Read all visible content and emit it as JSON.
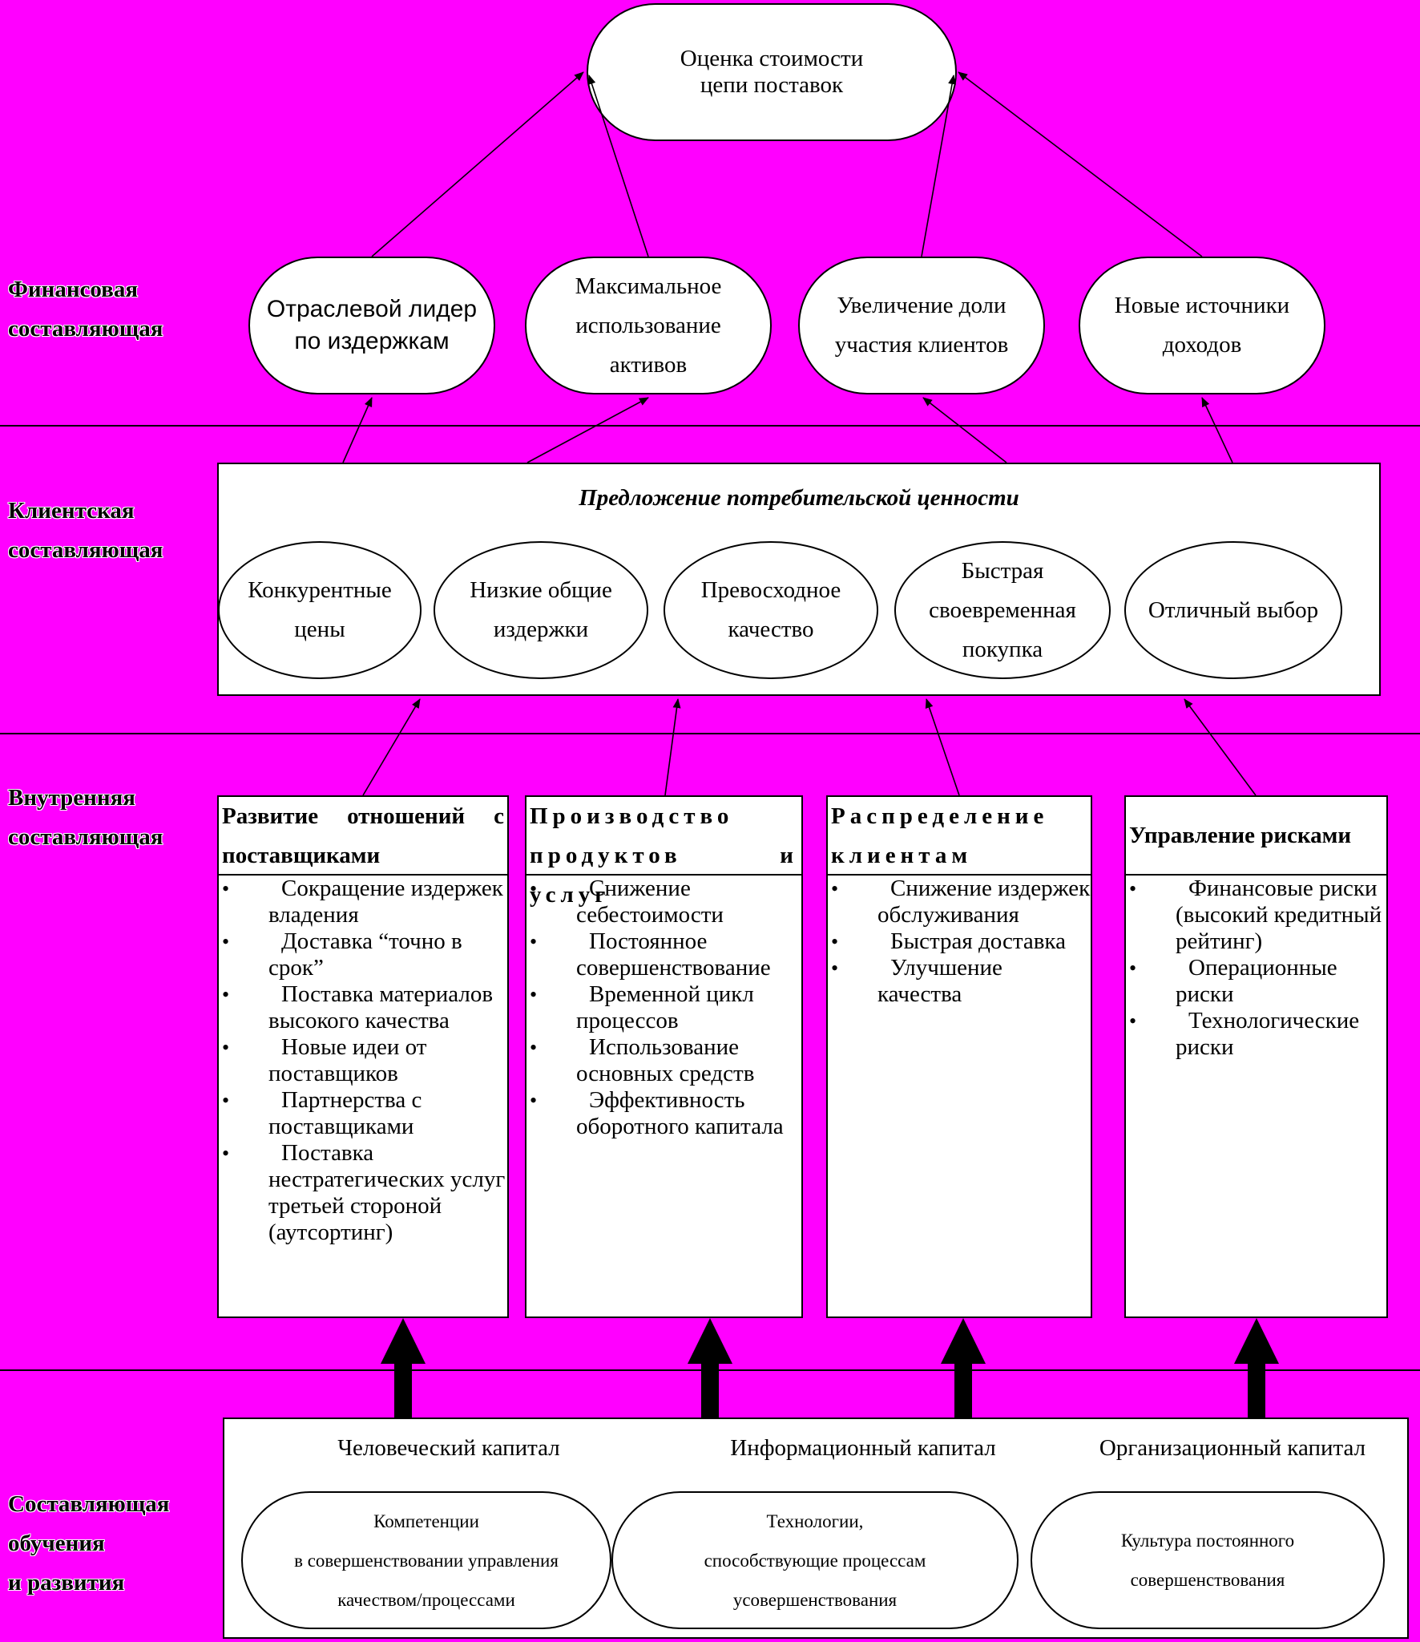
{
  "sections": {
    "financial": "Финансовая\nсоставляющая",
    "customer": "Клиентская\nсоставляющая",
    "internal": "Внутренняя\nсоставляющая",
    "learning": "Составляющая\nобучения\nи развития"
  },
  "top_goal": "Оценка стоимости\nцепи поставок",
  "financial_goals": [
    "Отраслевой лидер\nпо издержкам",
    "Максимальное\nиспользование\nактивов",
    "Увеличение доли\nучастия клиентов",
    "Новые источники\nдоходов"
  ],
  "value_proposition": {
    "title": "Предложение потребительской ценности",
    "items": [
      "Конкурентные\nцены",
      "Низкие общие\nиздержки",
      "Превосходное\nкачество",
      "Быстрая\nсвоевременная\nпокупка",
      "Отличный выбор"
    ]
  },
  "processes": [
    {
      "title": "Развитие отношений с поставщиками",
      "items": [
        "Сокращение издержек владения",
        "Доставка “точно в срок”",
        "Поставка материалов высокого качества",
        "Новые идеи от поставщиков",
        "Партнерства с поставщиками",
        "Поставка нестратегических услуг третьей стороной (аутсортинг)"
      ]
    },
    {
      "title": "Производство продуктов и услуг",
      "items": [
        "Снижение себестоимости",
        "Постоянное совершенствование",
        "Временной цикл процессов",
        "Использование основных средств",
        "Эффективность оборотного капитала"
      ]
    },
    {
      "title": "Распределение клиентам",
      "items": [
        "Снижение издержек обслуживания",
        "Быстрая доставка",
        "Улучшение качества"
      ]
    },
    {
      "title": "Управление рисками",
      "items": [
        "Финансовые риски (высокий кредитный рейтинг)",
        "Операционные риски",
        "Технологические риски"
      ]
    }
  ],
  "capitals": {
    "titles": [
      "Человеческий капитал",
      "Информационный капитал",
      "Организационный капитал"
    ],
    "items": [
      "Компетенции\nв совершенствовании управления\nкачеством/процессами",
      "Технологии,\nспособствующие процессам\nусовершенствования",
      "Культура постоянного\nсовершенствования"
    ]
  }
}
